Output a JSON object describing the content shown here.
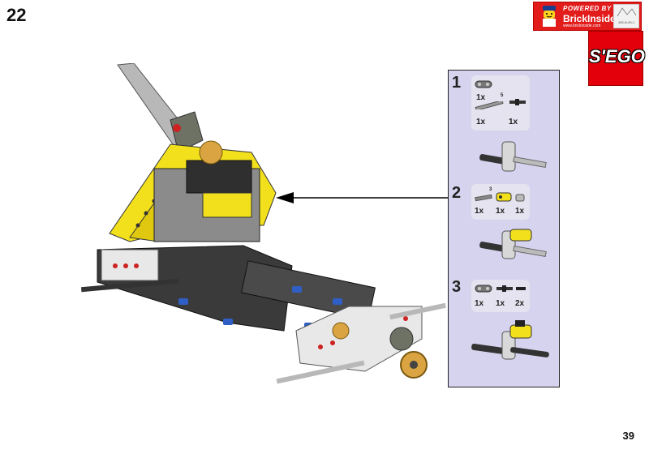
{
  "header": {
    "page_number": "22"
  },
  "footer": {
    "page_index": "39"
  },
  "brand": {
    "tagline": "POWERED BY",
    "name": "BrickInside",
    "trademark": "™",
    "url": "www.brickinside.com",
    "stamp": "J0S-N-00-1"
  },
  "logo": {
    "text": "S'EGO"
  },
  "steps": [
    {
      "number": "1",
      "parts": [
        {
          "qty": "1x",
          "icon": "axle-connector-icon"
        },
        {
          "qty": "1x",
          "icon": "axle-icon",
          "length": "5"
        },
        {
          "qty": "1x",
          "icon": "axle-pin-icon"
        }
      ]
    },
    {
      "number": "2",
      "parts": [
        {
          "qty": "1x",
          "icon": "axle-icon",
          "length": "3"
        },
        {
          "qty": "1x",
          "icon": "yellow-connector-icon"
        },
        {
          "qty": "1x",
          "icon": "bush-icon"
        }
      ]
    },
    {
      "number": "3",
      "parts": [
        {
          "qty": "1x",
          "icon": "axle-connector-icon"
        },
        {
          "qty": "1x",
          "icon": "axle-pin-icon"
        },
        {
          "qty": "2x",
          "icon": "friction-pin-icon"
        }
      ]
    }
  ],
  "colors": {
    "panel": "#d6d3ef",
    "brand_red": "#e21b1b",
    "logo_red": "#e3000b",
    "part_yellow": "#f3e01c"
  }
}
